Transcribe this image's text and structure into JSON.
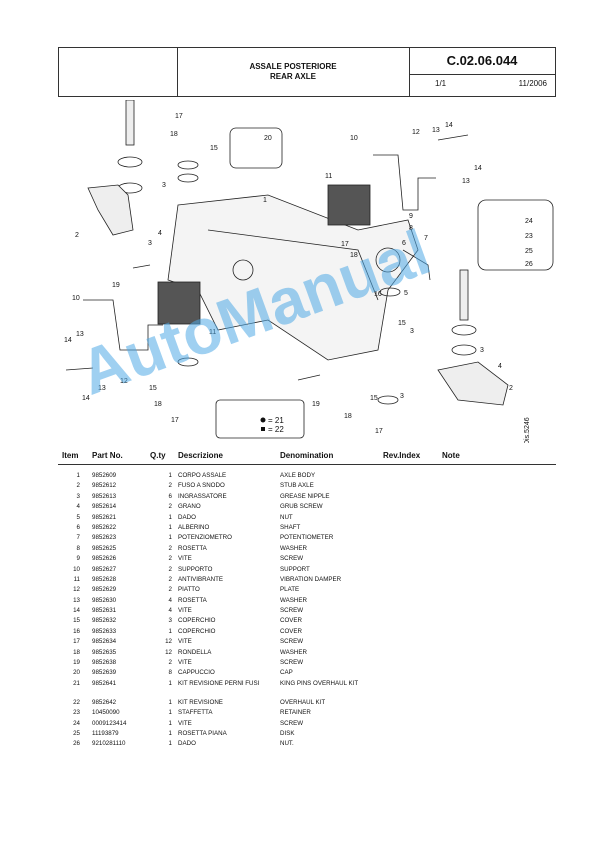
{
  "header": {
    "title_it": "ASSALE POSTERIORE",
    "title_en": "REAR AXLE",
    "code": "C.02.06.044",
    "page": "1/1",
    "date": "11/2006"
  },
  "drawing": {
    "ref": "Dis.5246",
    "callouts": [
      "1",
      "2",
      "3",
      "4",
      "5",
      "6",
      "7",
      "8",
      "9",
      "10",
      "11",
      "12",
      "13",
      "14",
      "15",
      "16",
      "17",
      "18",
      "19",
      "20",
      "21",
      "22",
      "23",
      "24",
      "25",
      "26"
    ],
    "legend_21": "= 21",
    "legend_22": "= 22",
    "colors": {
      "line": "#222222",
      "watermark": "#50AAE6"
    }
  },
  "watermark": "AutoManual",
  "table": {
    "headers": {
      "item": "Item",
      "part": "Part No.",
      "qty": "Q.ty",
      "desc": "Descrizione",
      "den": "Denomination",
      "rev": "Rev.Index",
      "note": "Note"
    },
    "rows": [
      {
        "item": "1",
        "part": "9852609",
        "qty": "1",
        "desc": "CORPO ASSALE",
        "den": "AXLE BODY"
      },
      {
        "item": "2",
        "part": "9852612",
        "qty": "2",
        "desc": "FUSO A SNODO",
        "den": "STUB AXLE"
      },
      {
        "item": "3",
        "part": "9852613",
        "qty": "6",
        "desc": "INGRASSATORE",
        "den": "GREASE NIPPLE"
      },
      {
        "item": "4",
        "part": "9852614",
        "qty": "2",
        "desc": "GRANO",
        "den": "GRUB SCREW"
      },
      {
        "item": "5",
        "part": "9852621",
        "qty": "1",
        "desc": "DADO",
        "den": "NUT"
      },
      {
        "item": "6",
        "part": "9852622",
        "qty": "1",
        "desc": "ALBERINO",
        "den": "SHAFT"
      },
      {
        "item": "7",
        "part": "9852623",
        "qty": "1",
        "desc": "POTENZIOMETRO",
        "den": "POTENTIOMETER"
      },
      {
        "item": "8",
        "part": "9852625",
        "qty": "2",
        "desc": "ROSETTA",
        "den": "WASHER"
      },
      {
        "item": "9",
        "part": "9852626",
        "qty": "2",
        "desc": "VITE",
        "den": "SCREW"
      },
      {
        "item": "10",
        "part": "9852627",
        "qty": "2",
        "desc": "SUPPORTO",
        "den": "SUPPORT"
      },
      {
        "item": "11",
        "part": "9852628",
        "qty": "2",
        "desc": "ANTIVIBRANTE",
        "den": "VIBRATION DAMPER"
      },
      {
        "item": "12",
        "part": "9852629",
        "qty": "2",
        "desc": "PIATTO",
        "den": "PLATE"
      },
      {
        "item": "13",
        "part": "9852630",
        "qty": "4",
        "desc": "ROSETTA",
        "den": "WASHER"
      },
      {
        "item": "14",
        "part": "9852631",
        "qty": "4",
        "desc": "VITE",
        "den": "SCREW"
      },
      {
        "item": "15",
        "part": "9852632",
        "qty": "3",
        "desc": "COPERCHIO",
        "den": "COVER"
      },
      {
        "item": "16",
        "part": "9852633",
        "qty": "1",
        "desc": "COPERCHIO",
        "den": "COVER"
      },
      {
        "item": "17",
        "part": "9852634",
        "qty": "12",
        "desc": "VITE",
        "den": "SCREW"
      },
      {
        "item": "18",
        "part": "9852635",
        "qty": "12",
        "desc": "RONDELLA",
        "den": "WASHER"
      },
      {
        "item": "19",
        "part": "9852638",
        "qty": "2",
        "desc": "VITE",
        "den": "SCREW"
      },
      {
        "item": "20",
        "part": "9852639",
        "qty": "8",
        "desc": "CAPPUCCIO",
        "den": "CAP"
      },
      {
        "item": "21",
        "part": "9852641",
        "qty": "1",
        "desc": "KIT REVISIONE PERNI FUSI",
        "den": "KING PINS OVERHAUL KIT"
      },
      {
        "item": "22",
        "part": "9852642",
        "qty": "1",
        "desc": "KIT REVISIONE",
        "den": "OVERHAUL KIT"
      },
      {
        "item": "23",
        "part": "10450090",
        "qty": "1",
        "desc": "STAFFETTA",
        "den": "RETAINER"
      },
      {
        "item": "24",
        "part": "0009123414",
        "qty": "1",
        "desc": "VITE",
        "den": "SCREW"
      },
      {
        "item": "25",
        "part": "11193879",
        "qty": "1",
        "desc": "ROSETTA PIANA",
        "den": "DISK"
      },
      {
        "item": "26",
        "part": "9210281110",
        "qty": "1",
        "desc": "DADO",
        "den": "NUT."
      }
    ]
  }
}
